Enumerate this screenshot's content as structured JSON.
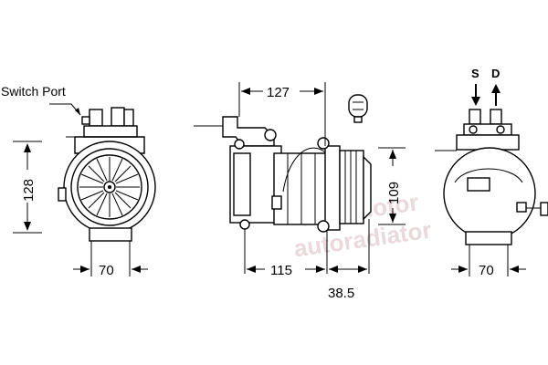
{
  "labels": {
    "switch_port": "Switch Port",
    "suction": "S",
    "discharge": "D"
  },
  "dimensions": {
    "front_height": "128",
    "front_width": "70",
    "side_top_length": "127",
    "side_height": "109",
    "side_body_length": "115",
    "side_clutch_length": "38.5",
    "rear_width": "70"
  },
  "watermark": {
    "line1": "intermotor",
    "line2": "autoradiator"
  },
  "colors": {
    "ink": "#000000",
    "watermark": "#e9d9dc"
  }
}
